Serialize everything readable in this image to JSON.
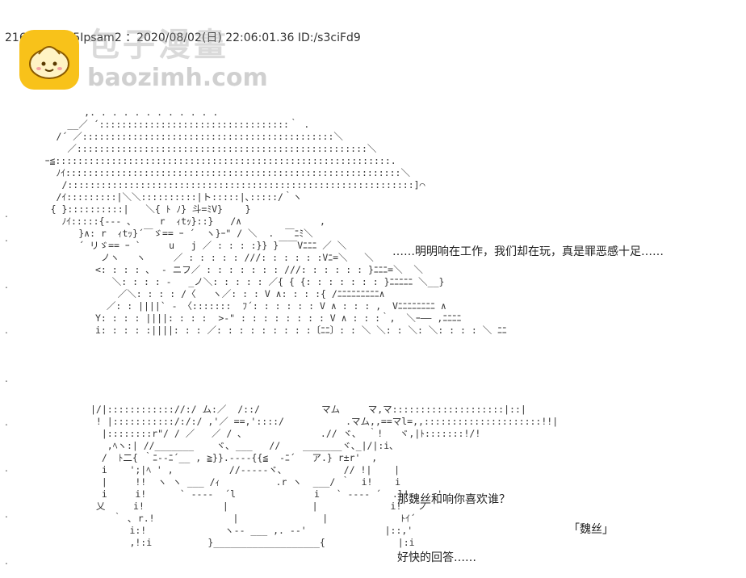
{
  "post": {
    "header": "2161 ：yiDz5Ipsam2 ：2020/08/02(日) 22:06:01.36 ID:/s3ciFd9"
  },
  "watermark": {
    "logo_icon": "bun-face-icon",
    "brand_cn": "包子漫畫",
    "brand_en": "baozimh.com",
    "logo_color": "#f8c21a"
  },
  "captions": {
    "line1": "……明明响在工作，我们却在玩，真是罪恶感十足……",
    "line2": "那魏丝和响你喜欢谁？",
    "line3": "「魏丝」",
    "line4": "好快的回答……"
  },
  "art": {
    "top": "           ,. . . . . . . . . . . .\n        __／ ´::::::::::::::::::::::::::::::::::｀ .\n      /´ ／:::::::::::::::::::::::::::::::::::::::::::::＼\n        ／::::::::::::::::::::::::::::::::::::::::::::::::::::＼\n    ｰ≦::::::::::::::::::::::::::::::::::::::::::::::::::::::::::::.\n      ﾉｲ::::::::::::::::::::::::::::::::::::::::::::::::::::::::::::＼\n       /::::::::::::::::::::::::::::::::::::::::::::::::::::::::::::::]⌒\n      /ｲ:::::::::|＼＼::::::::::|ト:::::|､:::::/｀ヽ\n     { }::::::::::|   ＼{ ﾄ ﾉ} 斗=ﾐV}    }\n       ﾉｲ:::::{--- ､     r  ｨtｯ}::}   /∧              ,\n          }∧: r  ｨtｯ}´￣ゞ== ｰ ´  ヽ}ｰ\" / ＼  .  ￣ﾆﾐ＼\n          ´ リゞ== ｰ `     u   j ／ : : : :}} }￣￣Vﾆﾆﾆ ／ ＼\n              ノヽ   ヽ     ／ : : : : : ///: : : : : :Vﾆ=＼   ＼\n             <: : : : ､  - ニフ／ : : : : : : : ///: : : : : : }ﾆﾆﾆ=＼  ＼\n                ＼: : : : -   _ノ＼: : : : : ／{ { {: : : : : : : }ﾆﾆﾆﾆﾆ ＼__}\n                 ／＼: : : : /〈   ヽ／: : : V ∧: : : :{ /ﾆﾆﾆﾆﾆﾆﾆﾆﾆ∧\n               ／: : ||||` - 〈:::::::  ﾌ´: : : : : : V ∧ : : : ,  Vﾆﾆﾆﾆﾆﾆﾆﾆ ∧\n             Y: : : : ||||: : : :  >-\" : : : : : : : : V ∧ : : :｀,  ＼ｰ―― ,ﾆﾆﾆﾆ\n             i: : : : :||||: : : ／: : : : : : : : :〔ﾆﾆ〕: : ＼ ＼: : ＼: ＼: : : : ＼ ﾆﾆ",
    "bottom": "|/|:::::::::::://:/ ム:／  /::/           マム     マ,マ::::::::::::::::::::|::|\n ! |:::::::::::/:/:/ ,'／ ==,'::::/           .マム,,==マl=,,:::::::::::::::::::::!!|\n  |::::::::r\"/ / ／   ／ / ､              .// ヾ､  ｀!   ヾ,|ﾄ:::::::!/!\n   ,ﾍヽ:| //_______    ヾ､ ___   //    _______ヾ､_|/|:i､\n  /  ﾄ二{ ｀ﾆ-‐ﾆ´__ , ≧}}.-‐‐-{{≦  ‐ﾆ´   ア.} r±r'  ,\n  i    ';|ﾍ ' ,          //‐----ヾ､           // !|    |\n  |     !!  ヽ ヽ ___ /ｨ          .r ヽ  ___/ ｀  i!    i\n  i     i!      ` ‐---  ´l              i   ` ‐--- ´  .l!    ,'\n 乂     i!              |               |             i!   ノ\n    ｀ ､ r.!              |               |             ﾄｲ´\n       i:!              ヽ‐- ___ ,. --'              |::,'\n       ,!:i          }___________________{             |:i"
  }
}
